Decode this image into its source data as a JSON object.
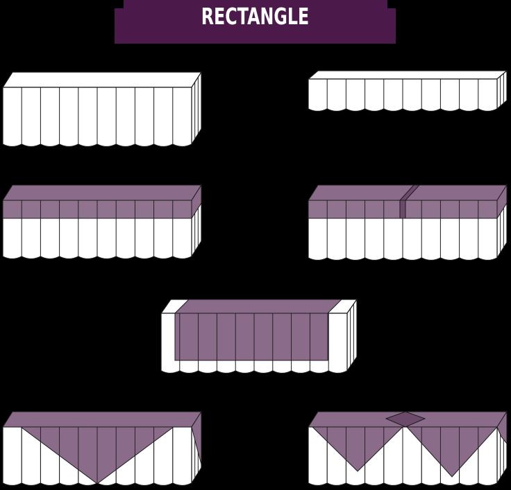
{
  "header": {
    "title": "RECTANGLE"
  },
  "colors": {
    "background": "#000000",
    "banner": "#4b1a4a",
    "linen_overlay": "#8a6b89",
    "runner_dark": "#6b4a6a",
    "table_white": "#ffffff",
    "outline": "#1a1a1a"
  },
  "variants": [
    {
      "id": "full-length-skirted",
      "description": ""
    },
    {
      "id": "short-skirted",
      "description": ""
    },
    {
      "id": "skirted-with-overlay",
      "description": ""
    },
    {
      "id": "skirted-with-overlay-and-runner",
      "description": ""
    },
    {
      "id": "skirted-with-center-overlay",
      "description": ""
    },
    {
      "id": "skirted-with-diamond-overlay",
      "description": ""
    },
    {
      "id": "skirted-with-double-diamond-overlay",
      "description": ""
    }
  ]
}
